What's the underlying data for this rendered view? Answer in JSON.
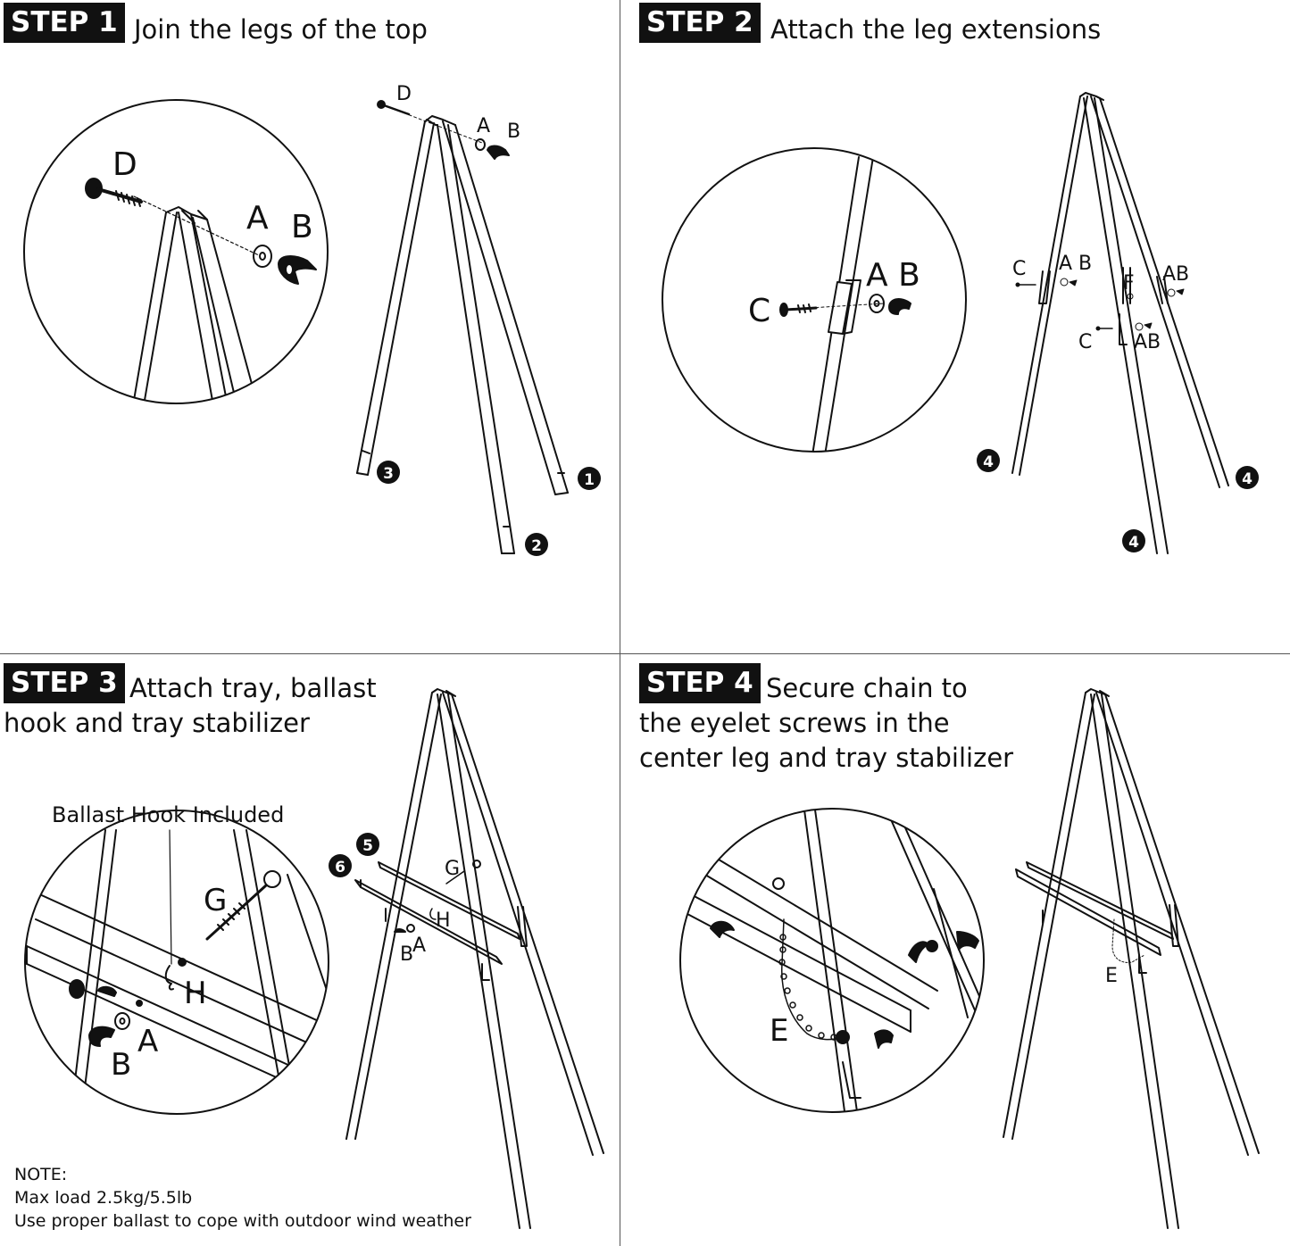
{
  "steps": [
    {
      "badge": "STEP 1",
      "title": "Join the legs of the top"
    },
    {
      "badge": "STEP 2",
      "title": "Attach the leg extensions"
    },
    {
      "badge": "STEP 3",
      "title_line1": "Attach tray, ballast",
      "title_line2": "hook and tray stabilizer"
    },
    {
      "badge": "STEP 4",
      "title_line1": "Secure chain to",
      "title_line2": "the eyelet screws in the",
      "title_line3": "center leg and tray stabilizer"
    }
  ],
  "callout": "Ballast Hook Included",
  "note": {
    "heading": "NOTE:",
    "line1": "Max load 2.5kg/5.5lb",
    "line2": "Use proper ballast to cope with outdoor wind weather"
  },
  "labels": {
    "A": "A",
    "B": "B",
    "C": "C",
    "D": "D",
    "E": "E",
    "F": "F",
    "G": "G",
    "H": "H",
    "AB": "AB",
    "A_B": "A B",
    "n1": "1",
    "n2": "2",
    "n3": "3",
    "n4": "4",
    "n5": "5",
    "n6": "6"
  }
}
